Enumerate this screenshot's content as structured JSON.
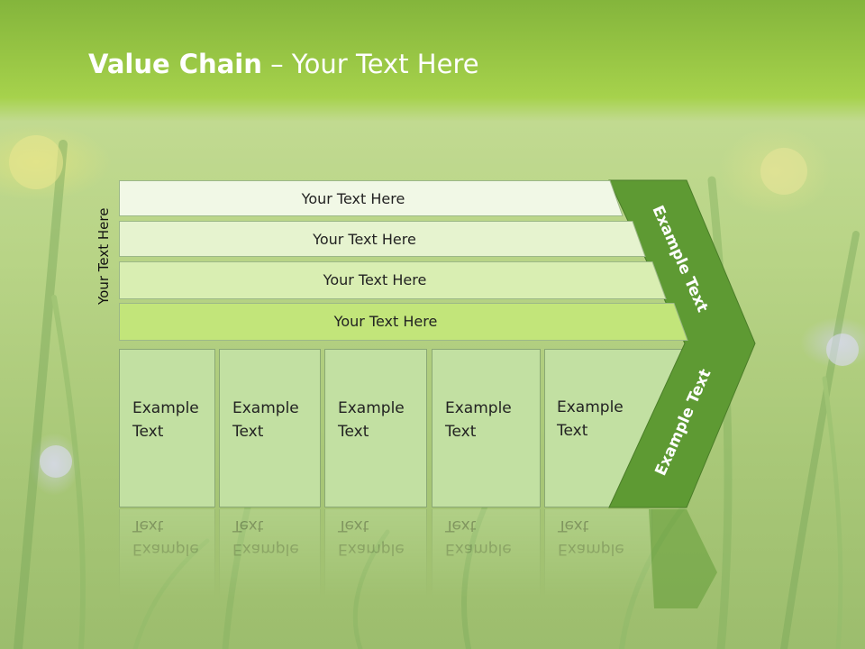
{
  "title": {
    "bold": "Value Chain",
    "rest": " – Your Text Here"
  },
  "side_label": "Your Text Here",
  "bars": [
    {
      "label": "Your Text Here",
      "color": "#f1f8e6"
    },
    {
      "label": "Your Text Here",
      "color": "#e6f3cf"
    },
    {
      "label": "Your Text Here",
      "color": "#d9eeb2"
    },
    {
      "label": "Your Text Here",
      "color": "#c2e57a"
    }
  ],
  "boxes": [
    {
      "label": "Example\nText"
    },
    {
      "label": "Example\nText"
    },
    {
      "label": "Example\nText"
    },
    {
      "label": "Example\nText"
    },
    {
      "label": "Example\nText"
    }
  ],
  "chevron": {
    "upper_label": "Example Text",
    "lower_label": "Example Text",
    "color": "#5e9a33"
  },
  "colors": {
    "header": "#97c544",
    "box_fill": "#c2e0a2"
  }
}
